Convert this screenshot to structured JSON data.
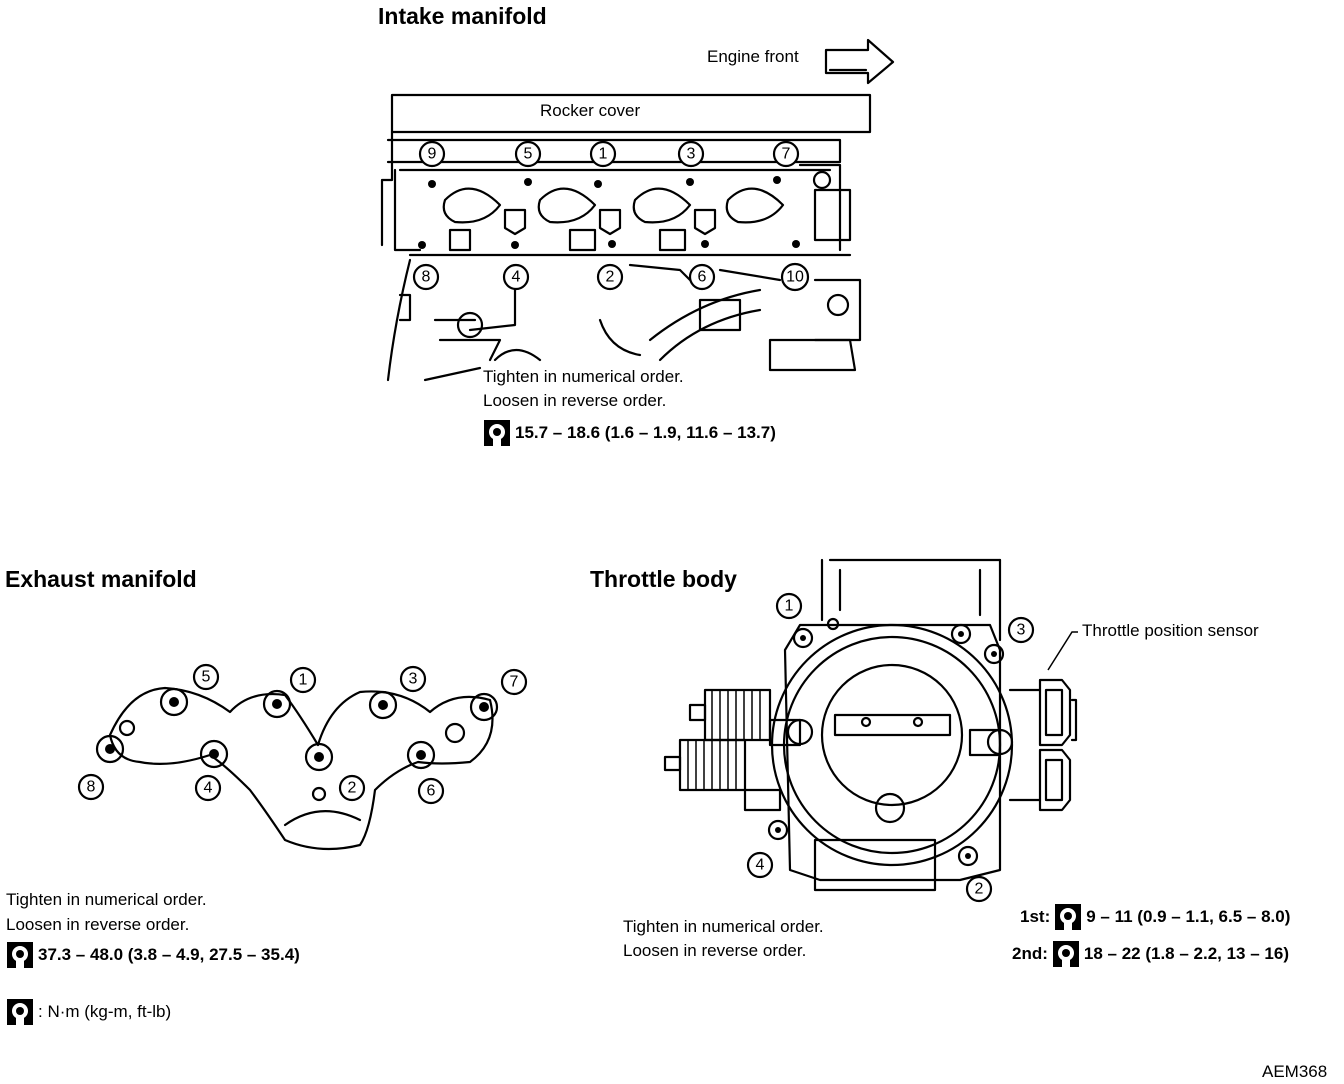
{
  "intake": {
    "title": "Intake manifold",
    "engine_front": "Engine front",
    "rocker_cover": "Rocker cover",
    "instr1": "Tighten in numerical order.",
    "instr2": "Loosen in reverse order.",
    "torque": "15.7 – 18.6 (1.6 – 1.9, 11.6 – 13.7)",
    "bolts_top": [
      "9",
      "5",
      "1",
      "3",
      "7"
    ],
    "bolts_bottom": [
      "8",
      "4",
      "2",
      "6",
      "10"
    ]
  },
  "exhaust": {
    "title": "Exhaust manifold",
    "instr1": "Tighten in numerical order.",
    "instr2": "Loosen in reverse order.",
    "torque": "37.3 – 48.0 (3.8 – 4.9, 27.5 – 35.4)",
    "bolts": [
      "5",
      "1",
      "3",
      "7",
      "8",
      "4",
      "2",
      "6"
    ]
  },
  "throttle": {
    "title": "Throttle body",
    "tps_label": "Throttle position sensor",
    "instr1": "Tighten in numerical order.",
    "instr2": "Loosen in reverse order.",
    "first_label": "1st:",
    "first_torque": "9 – 11 (0.9 – 1.1, 6.5 – 8.0)",
    "second_label": "2nd:",
    "second_torque": "18 – 22 (1.8 – 2.2, 13 – 16)",
    "bolts": [
      "1",
      "3",
      "4",
      "2"
    ]
  },
  "legend": {
    "unit": ": N·m (kg-m, ft-lb)"
  },
  "figure_code": "AEM368",
  "icons": [
    "torque-wrench-icon",
    "arrow-right-icon"
  ]
}
